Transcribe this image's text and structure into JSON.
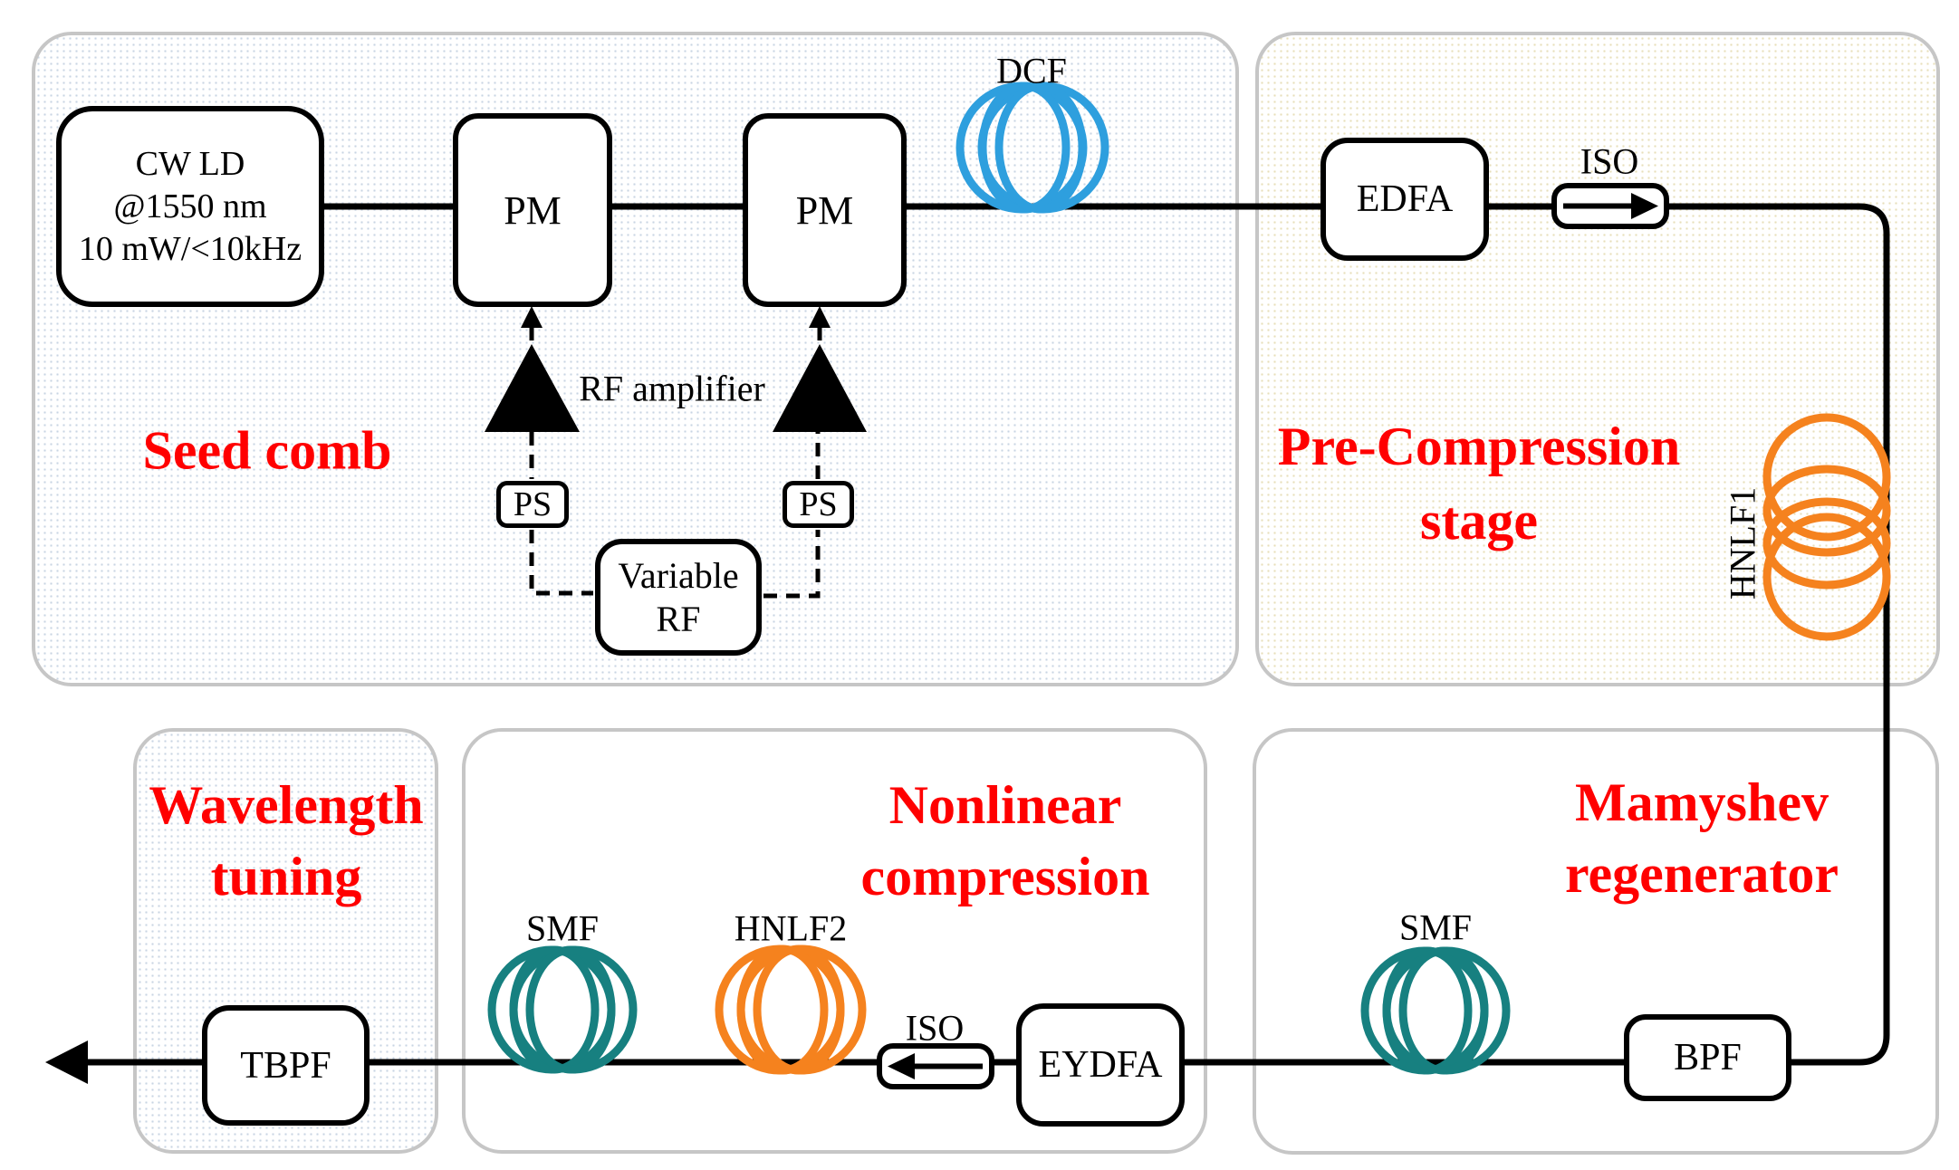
{
  "colors": {
    "stage_label_red": "#ff0000",
    "dcf_blue": "#2e9fde",
    "hnlf_orange": "#f5821e",
    "smf_teal": "#178080"
  },
  "stages": {
    "seed_comb": {
      "label": "Seed comb"
    },
    "pre_compression": {
      "line1": "Pre-Compression",
      "line2": "stage"
    },
    "wavelength_tuning": {
      "line1": "Wavelength",
      "line2": "tuning"
    },
    "nonlinear_compression": {
      "line1": "Nonlinear",
      "line2": "compression"
    },
    "mamyshev_regenerator": {
      "line1": "Mamyshev",
      "line2": "regenerator"
    }
  },
  "components": {
    "cw_ld": {
      "line1": "CW LD",
      "line2": "@1550 nm",
      "line3": "10 mW/<10kHz"
    },
    "pm1": {
      "label": "PM"
    },
    "pm2": {
      "label": "PM"
    },
    "rf_amplifier": {
      "label": "RF amplifier"
    },
    "ps1": {
      "label": "PS"
    },
    "ps2": {
      "label": "PS"
    },
    "variable_rf": {
      "line1": "Variable",
      "line2": "RF"
    },
    "dcf": {
      "label": "DCF"
    },
    "edfa": {
      "label": "EDFA"
    },
    "iso_forward": {
      "label": "ISO"
    },
    "hnlf1": {
      "label": "HNLF1"
    },
    "bpf": {
      "label": "BPF"
    },
    "smf_regenerator": {
      "label": "SMF"
    },
    "eydfa": {
      "label": "EYDFA"
    },
    "iso_backward": {
      "label": "ISO"
    },
    "hnlf2": {
      "label": "HNLF2"
    },
    "smf_compression": {
      "label": "SMF"
    },
    "tbpf": {
      "label": "TBPF"
    }
  }
}
